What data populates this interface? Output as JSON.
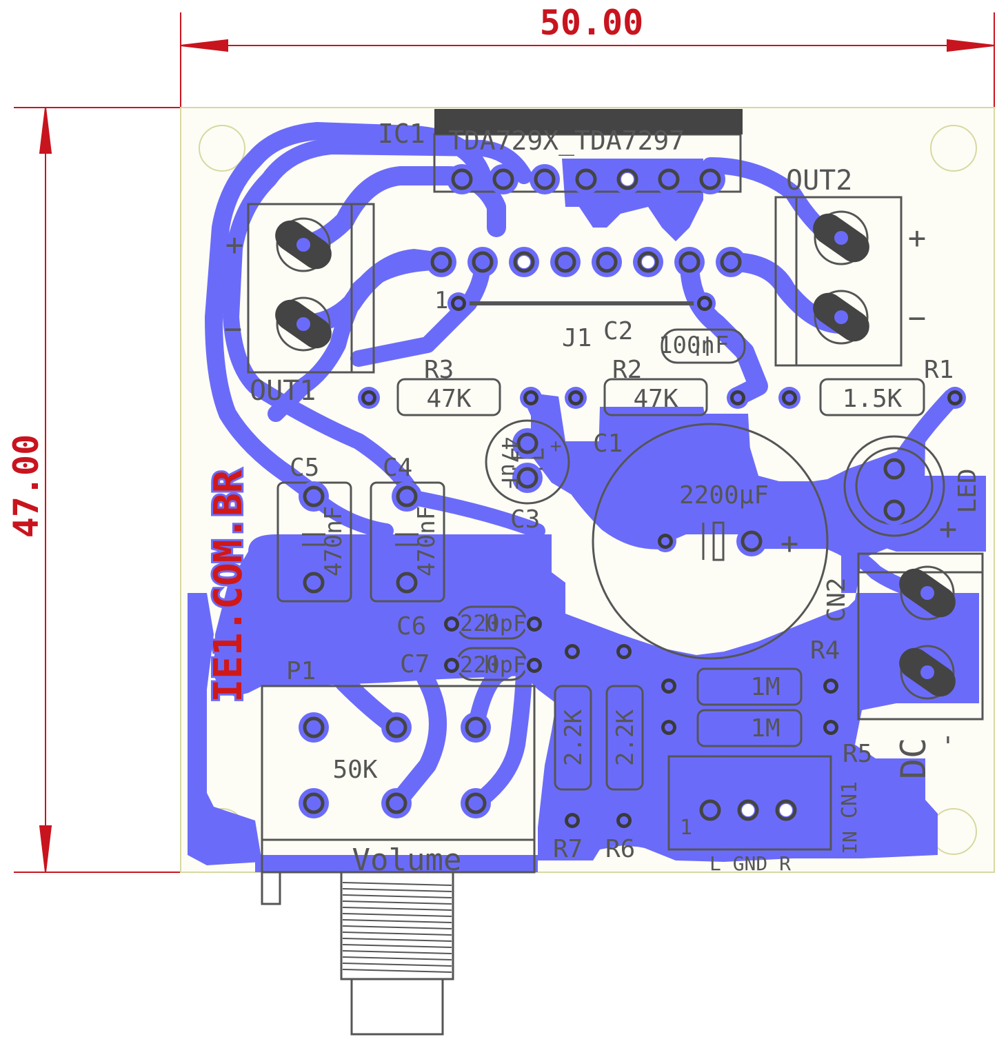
{
  "dimensions": {
    "width": "50.00",
    "height": "47.00"
  },
  "logo": "IE1.COM.BR",
  "colors": {
    "copper": "#6b6bfa",
    "silkscreen": "#555555",
    "dimension": "#c8141e",
    "board": "#fdfdf6",
    "outline": "#d8d8a0"
  },
  "ic": {
    "ref": "IC1",
    "value": "TDA729X_TDA7297"
  },
  "outputs": {
    "out1": "OUT1",
    "out2": "OUT2"
  },
  "jumper": {
    "ref": "J1",
    "pin1": "1"
  },
  "capacitors": {
    "c1": {
      "ref": "C1",
      "value": "2200μF"
    },
    "c2": {
      "ref": "C2",
      "value": "100nF"
    },
    "c3": {
      "ref": "C3",
      "value": "47uF"
    },
    "c4": {
      "ref": "C4",
      "value": "470nF"
    },
    "c5": {
      "ref": "C5",
      "value": "470nF"
    },
    "c6": {
      "ref": "C6",
      "value": "220pF"
    },
    "c7": {
      "ref": "C7",
      "value": "220pF"
    }
  },
  "resistors": {
    "r1": {
      "ref": "R1",
      "value": "1.5K"
    },
    "r2": {
      "ref": "R2",
      "value": "47K"
    },
    "r3": {
      "ref": "R3",
      "value": "47K"
    },
    "r4": {
      "ref": "R4",
      "value": "1M"
    },
    "r5": {
      "ref": "R5",
      "value": "1M"
    },
    "r6": {
      "ref": "R6",
      "value": "2.2K"
    },
    "r7": {
      "ref": "R7",
      "value": "2.2K"
    }
  },
  "led": {
    "ref": "LED"
  },
  "power": {
    "ref": "CN2",
    "label": "DC",
    "plus": "+",
    "minus": "-"
  },
  "input": {
    "ref": "CN1",
    "prefix": "IN",
    "pin1": "1",
    "pins": "L GND R"
  },
  "pot": {
    "ref": "P1",
    "value": "50K",
    "label": "Volume"
  },
  "polarity": {
    "plus": "+",
    "minus": "−"
  }
}
